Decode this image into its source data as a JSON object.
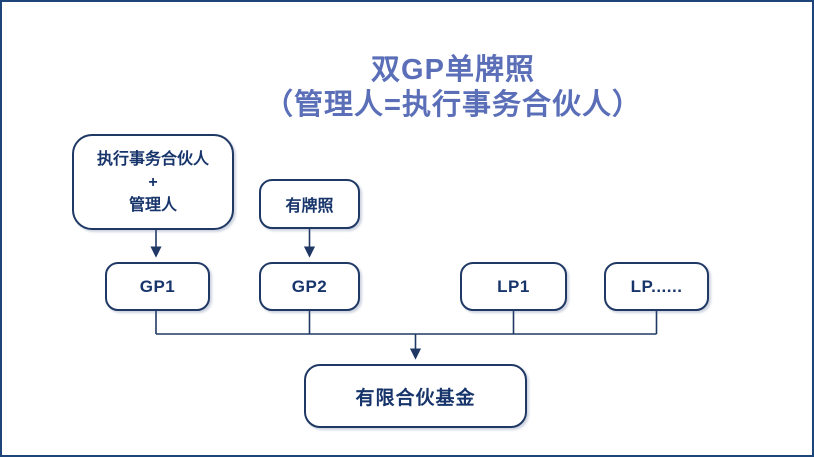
{
  "frame": {
    "border_color": "#1E4579",
    "background": "#FFFFFF"
  },
  "title": {
    "line1": "双GP单牌照",
    "line2": "（管理人=执行事务合伙人）",
    "color": "#5B6FB8"
  },
  "diagram": {
    "line_color": "#1F3864",
    "nodes": {
      "exec_manager": {
        "line1": "执行事务合伙人",
        "line2": "+",
        "line3": "管理人"
      },
      "licensed": {
        "label": "有牌照"
      },
      "gp1": {
        "label": "GP1"
      },
      "gp2": {
        "label": "GP2"
      },
      "lp1": {
        "label": "LP1"
      },
      "lp_more": {
        "label": "LP......"
      },
      "fund": {
        "label": "有限合伙基金"
      }
    },
    "edges": [
      "exec_manager -> gp1 (arrow)",
      "licensed -> gp2 (arrow)",
      "gp1, gp2, lp1, lp_more -> fund (bus with arrow)"
    ]
  }
}
